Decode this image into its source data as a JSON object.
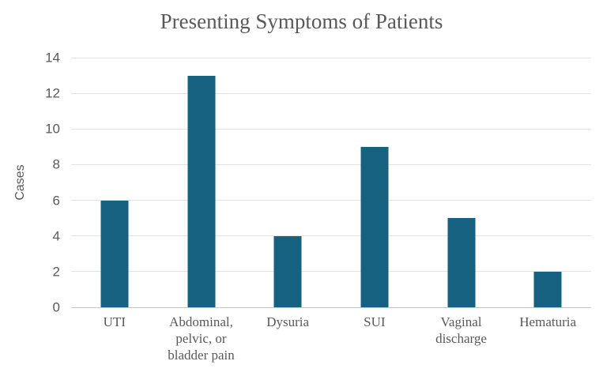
{
  "chart_data": {
    "type": "bar",
    "title": "Presenting Symptoms of Patients",
    "xlabel": "",
    "ylabel": "Cases",
    "categories": [
      "UTI",
      "Abdominal,\npelvic, or\nbladder pain",
      "Dysuria",
      "SUI",
      "Vaginal\ndischarge",
      "Hematuria"
    ],
    "values": [
      6,
      13,
      4,
      9,
      5,
      2
    ],
    "ylim": [
      0,
      14
    ],
    "yticks": [
      0,
      2,
      4,
      6,
      8,
      10,
      12,
      14
    ],
    "grid": "horizontal",
    "legend_position": "none",
    "colors": {
      "bar": "#166180",
      "grid": "#e3e3e3",
      "axis": "#c6c6c6",
      "text": "#595959",
      "background": "#ffffff"
    }
  }
}
